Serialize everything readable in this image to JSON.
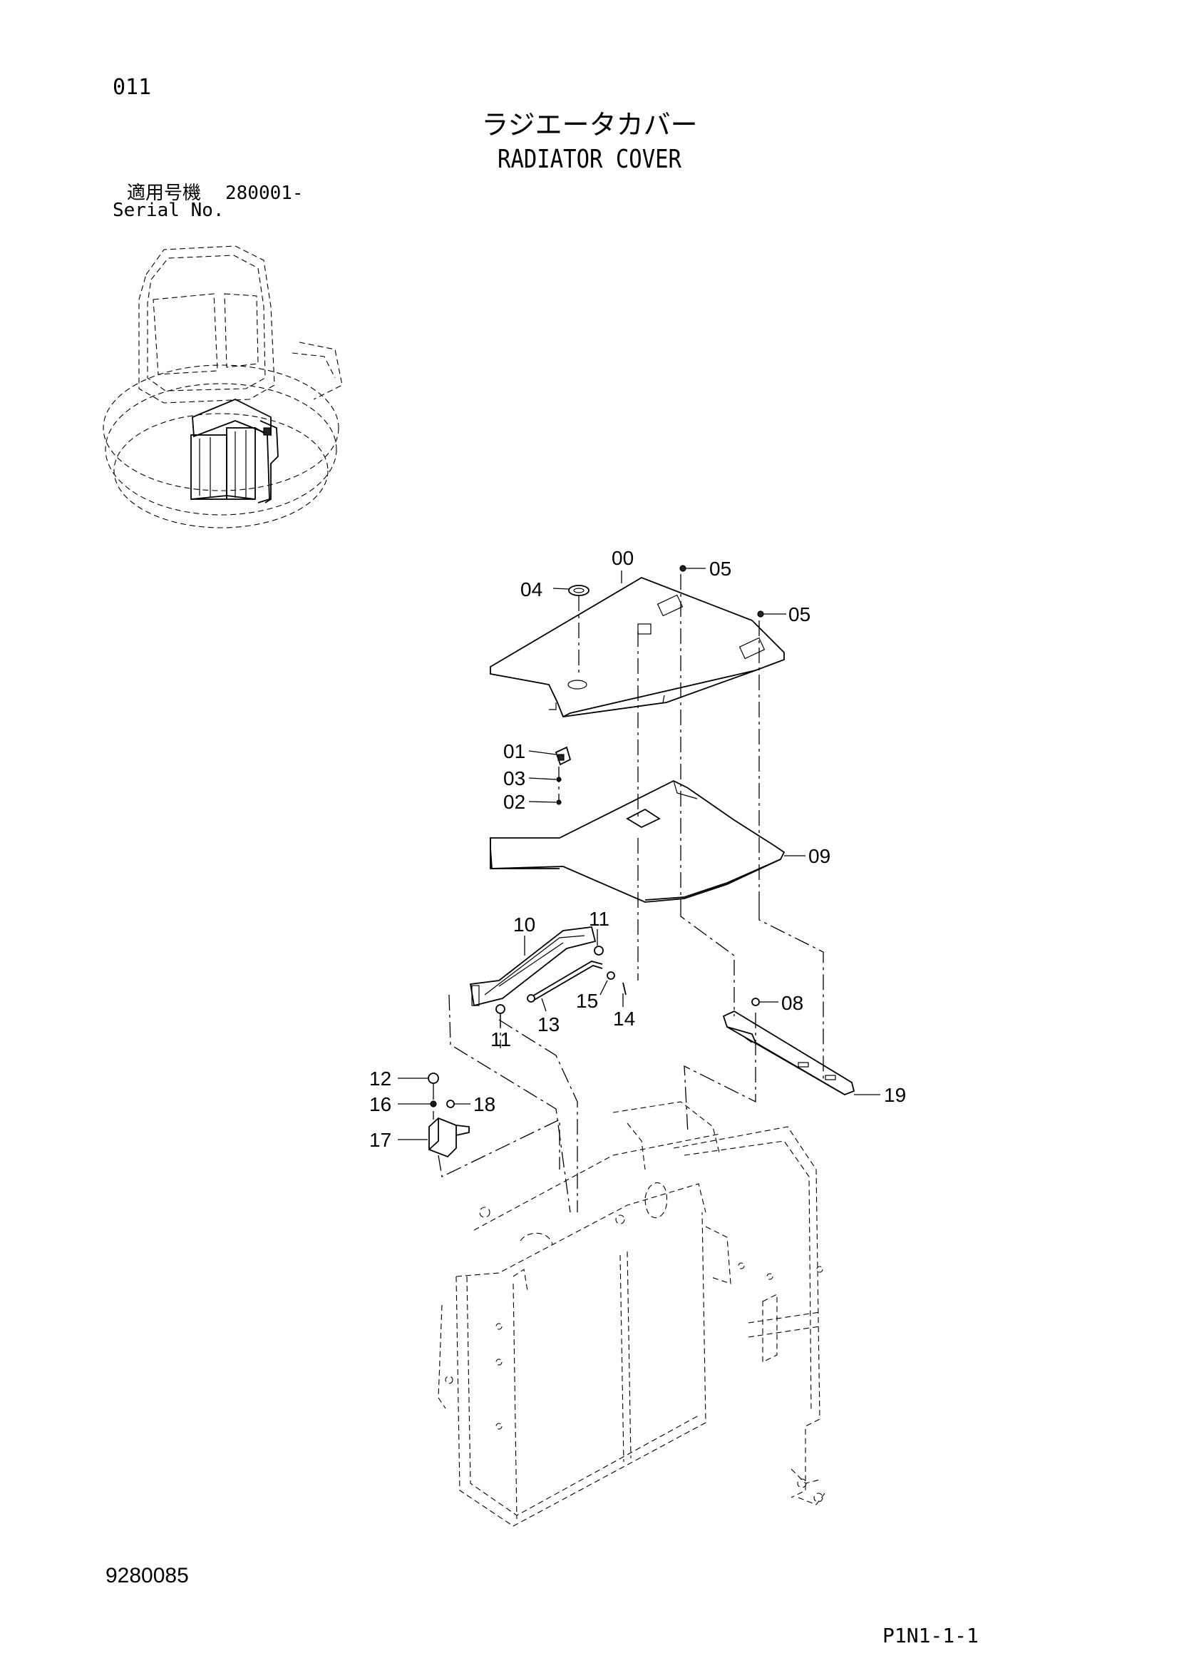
{
  "header": {
    "page_number": "011",
    "title_jp": "ラジエータカバー",
    "title_en": "RADIATOR COVER",
    "serial_label_jp": "適用号機",
    "serial_value": "280001-",
    "serial_label_en": "Serial No."
  },
  "footer": {
    "drawing_number": "9280085",
    "plate_id": "P1N1-1-1"
  },
  "callouts": [
    {
      "id": "c00",
      "label": "00"
    },
    {
      "id": "c04",
      "label": "04"
    },
    {
      "id": "c05a",
      "label": "05"
    },
    {
      "id": "c05b",
      "label": "05"
    },
    {
      "id": "c01",
      "label": "01"
    },
    {
      "id": "c03",
      "label": "03"
    },
    {
      "id": "c02",
      "label": "02"
    },
    {
      "id": "c09",
      "label": "09"
    },
    {
      "id": "c10",
      "label": "10"
    },
    {
      "id": "c11a",
      "label": "11"
    },
    {
      "id": "c11b",
      "label": "11"
    },
    {
      "id": "c13",
      "label": "13"
    },
    {
      "id": "c15",
      "label": "15"
    },
    {
      "id": "c14",
      "label": "14"
    },
    {
      "id": "c08",
      "label": "08"
    },
    {
      "id": "c19",
      "label": "19"
    },
    {
      "id": "c12",
      "label": "12"
    },
    {
      "id": "c16",
      "label": "16"
    },
    {
      "id": "c18",
      "label": "18"
    },
    {
      "id": "c17",
      "label": "17"
    }
  ]
}
